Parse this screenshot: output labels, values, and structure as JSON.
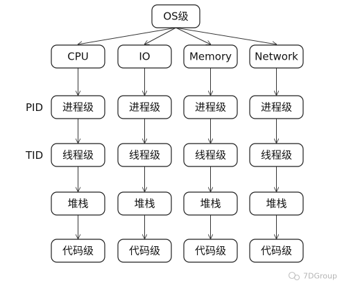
{
  "root": {
    "label": "OS级"
  },
  "columns": [
    {
      "header": "CPU",
      "levels": [
        "进程级",
        "线程级",
        "堆栈",
        "代码级"
      ]
    },
    {
      "header": "IO",
      "levels": [
        "进程级",
        "线程级",
        "堆栈",
        "代码级"
      ]
    },
    {
      "header": "Memory",
      "levels": [
        "进程级",
        "线程级",
        "堆栈",
        "代码级"
      ]
    },
    {
      "header": "Network",
      "levels": [
        "进程级",
        "线程级",
        "堆栈",
        "代码级"
      ]
    }
  ],
  "row_labels": {
    "process": "PID",
    "thread": "TID"
  },
  "watermark": {
    "text": "7DGroup",
    "icon": "wechat-icon"
  },
  "colors": {
    "stroke": "#1f1f1f",
    "watermark": "#b5b5b5"
  }
}
